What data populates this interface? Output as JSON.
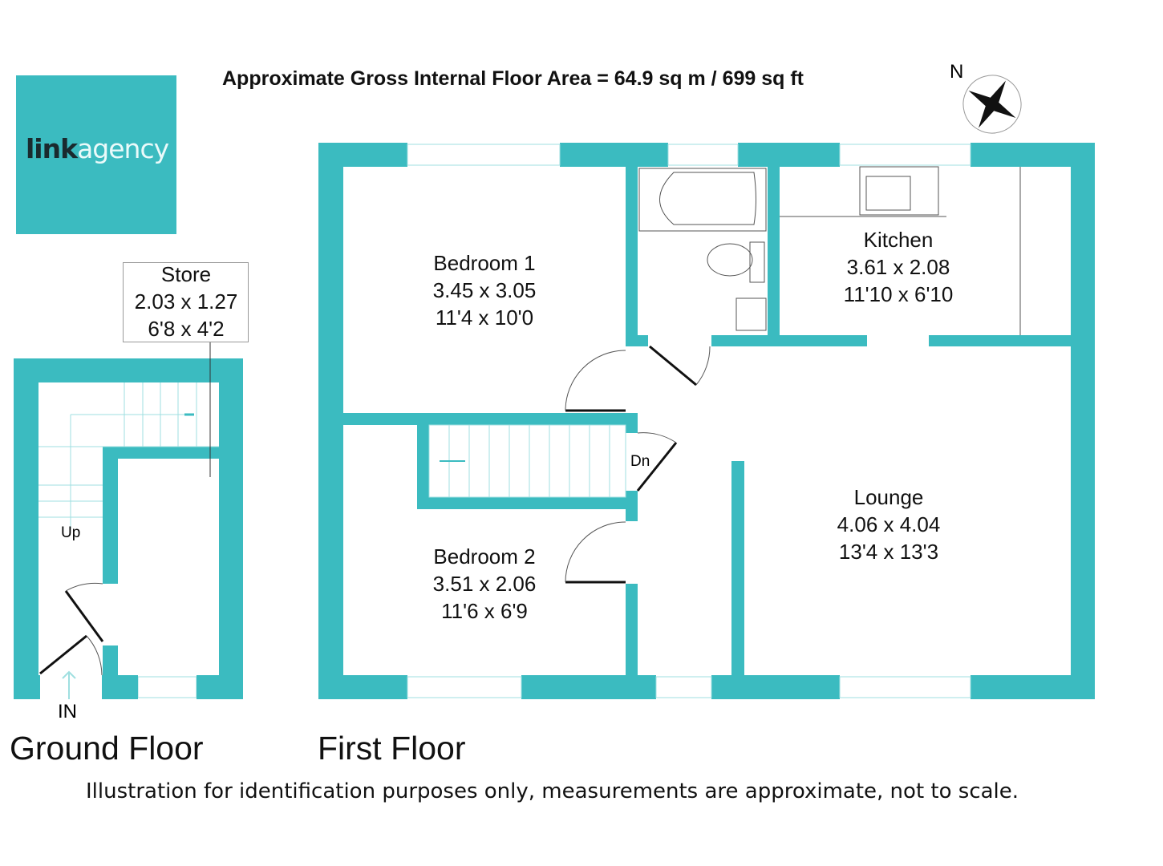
{
  "header": {
    "title": "Approximate Gross Internal Floor Area = 64.9 sq m / 699 sq ft"
  },
  "logo": {
    "part1": "link",
    "part2": "agency",
    "bg_color": "#3bbbc0"
  },
  "compass": {
    "label": "N"
  },
  "colors": {
    "wall": "#3bbbc0"
  },
  "ground_floor": {
    "label": "Ground Floor",
    "store": {
      "name": "Store",
      "metric": "2.03 x 1.27",
      "imperial": "6'8 x 4'2"
    },
    "stairs_label": "Up",
    "entrance_label": "IN"
  },
  "first_floor": {
    "label": "First Floor",
    "stairs_label": "Dn",
    "rooms": [
      {
        "name": "Bedroom 1",
        "metric": "3.45 x 3.05",
        "imperial": "11'4 x 10'0"
      },
      {
        "name": "Kitchen",
        "metric": "3.61 x 2.08",
        "imperial": "11'10 x 6'10"
      },
      {
        "name": "Lounge",
        "metric": "4.06 x 4.04",
        "imperial": "13'4 x 13'3"
      },
      {
        "name": "Bedroom 2",
        "metric": "3.51 x 2.06",
        "imperial": "11'6 x 6'9"
      }
    ]
  },
  "footer": {
    "note": "Illustration for identification purposes only, measurements are approximate, not to scale."
  }
}
